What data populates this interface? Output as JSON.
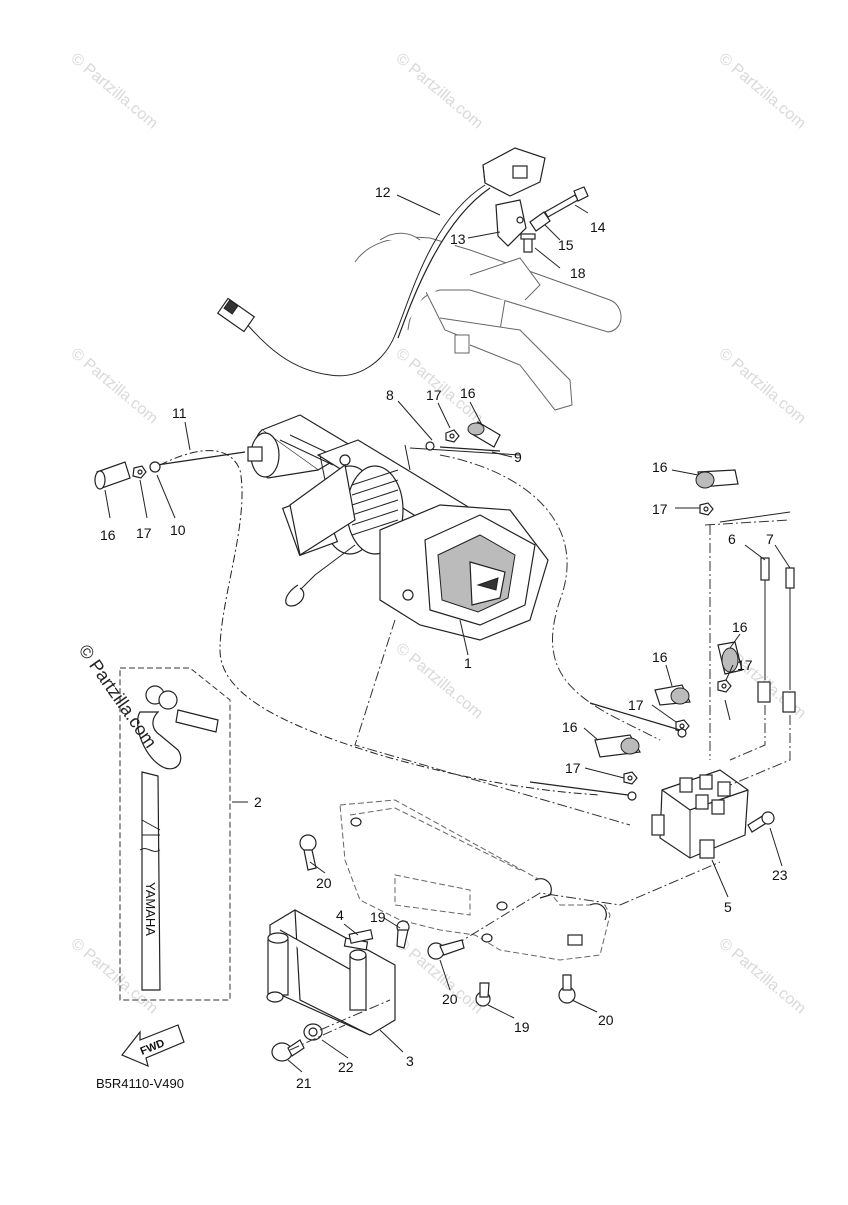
{
  "diagram": {
    "code": "B5R4110-V490",
    "fwd_label": "FWD",
    "strap_text": "YAMAHA",
    "watermark_text": "© Partzilla.com",
    "big_watermark_text": "© Partzilla.com",
    "callouts": [
      "12",
      "13",
      "14",
      "15",
      "18",
      "11",
      "8",
      "17",
      "16",
      "9",
      "10",
      "17",
      "16",
      "16",
      "17",
      "6",
      "7",
      "16",
      "17",
      "16",
      "17",
      "16",
      "17",
      "1",
      "2",
      "4",
      "19",
      "20",
      "3",
      "22",
      "21",
      "20",
      "19",
      "20",
      "5",
      "23"
    ]
  }
}
